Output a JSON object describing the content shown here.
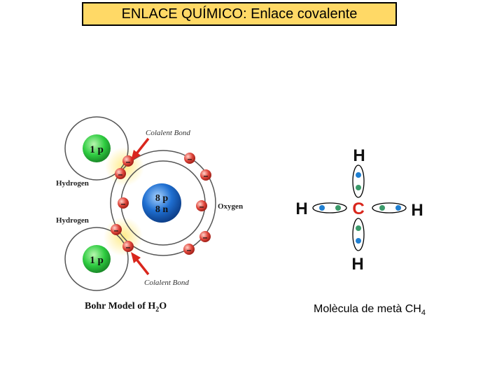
{
  "title": "ENLACE QUÍMICO: Enlace covalente",
  "bohr": {
    "covalent_bond_top": "Colalent Bond",
    "covalent_bond_bottom": "Colalent Bond",
    "hydrogen_top": "Hydrogen",
    "hydrogen_bottom": "Hydrogen",
    "oxygen": "Oxygen",
    "h_nucleus_top": "1 p",
    "h_nucleus_bottom": "1 p",
    "o_nucleus_protons": "8 p",
    "o_nucleus_neutrons": "8 n",
    "electron_sign": "–",
    "caption_main": "Bohr Model of H",
    "caption_sub": "2",
    "caption_end": "O"
  },
  "methane": {
    "atom_top": "H",
    "atom_left": "H",
    "atom_center": "C",
    "atom_right": "H",
    "atom_bottom": "H",
    "caption_main": "Molècula de metà CH",
    "caption_sub": "4"
  },
  "colors": {
    "title_bg": "#ffd966",
    "hydrogen_nucleus": "#2ecc40",
    "oxygen_nucleus": "#1f6fd1",
    "electron": "#e0453a",
    "arrow": "#d9261c",
    "carbon": "#d9261c",
    "h_electron": "#1f7fd1",
    "c_electron": "#3a9a6a"
  }
}
